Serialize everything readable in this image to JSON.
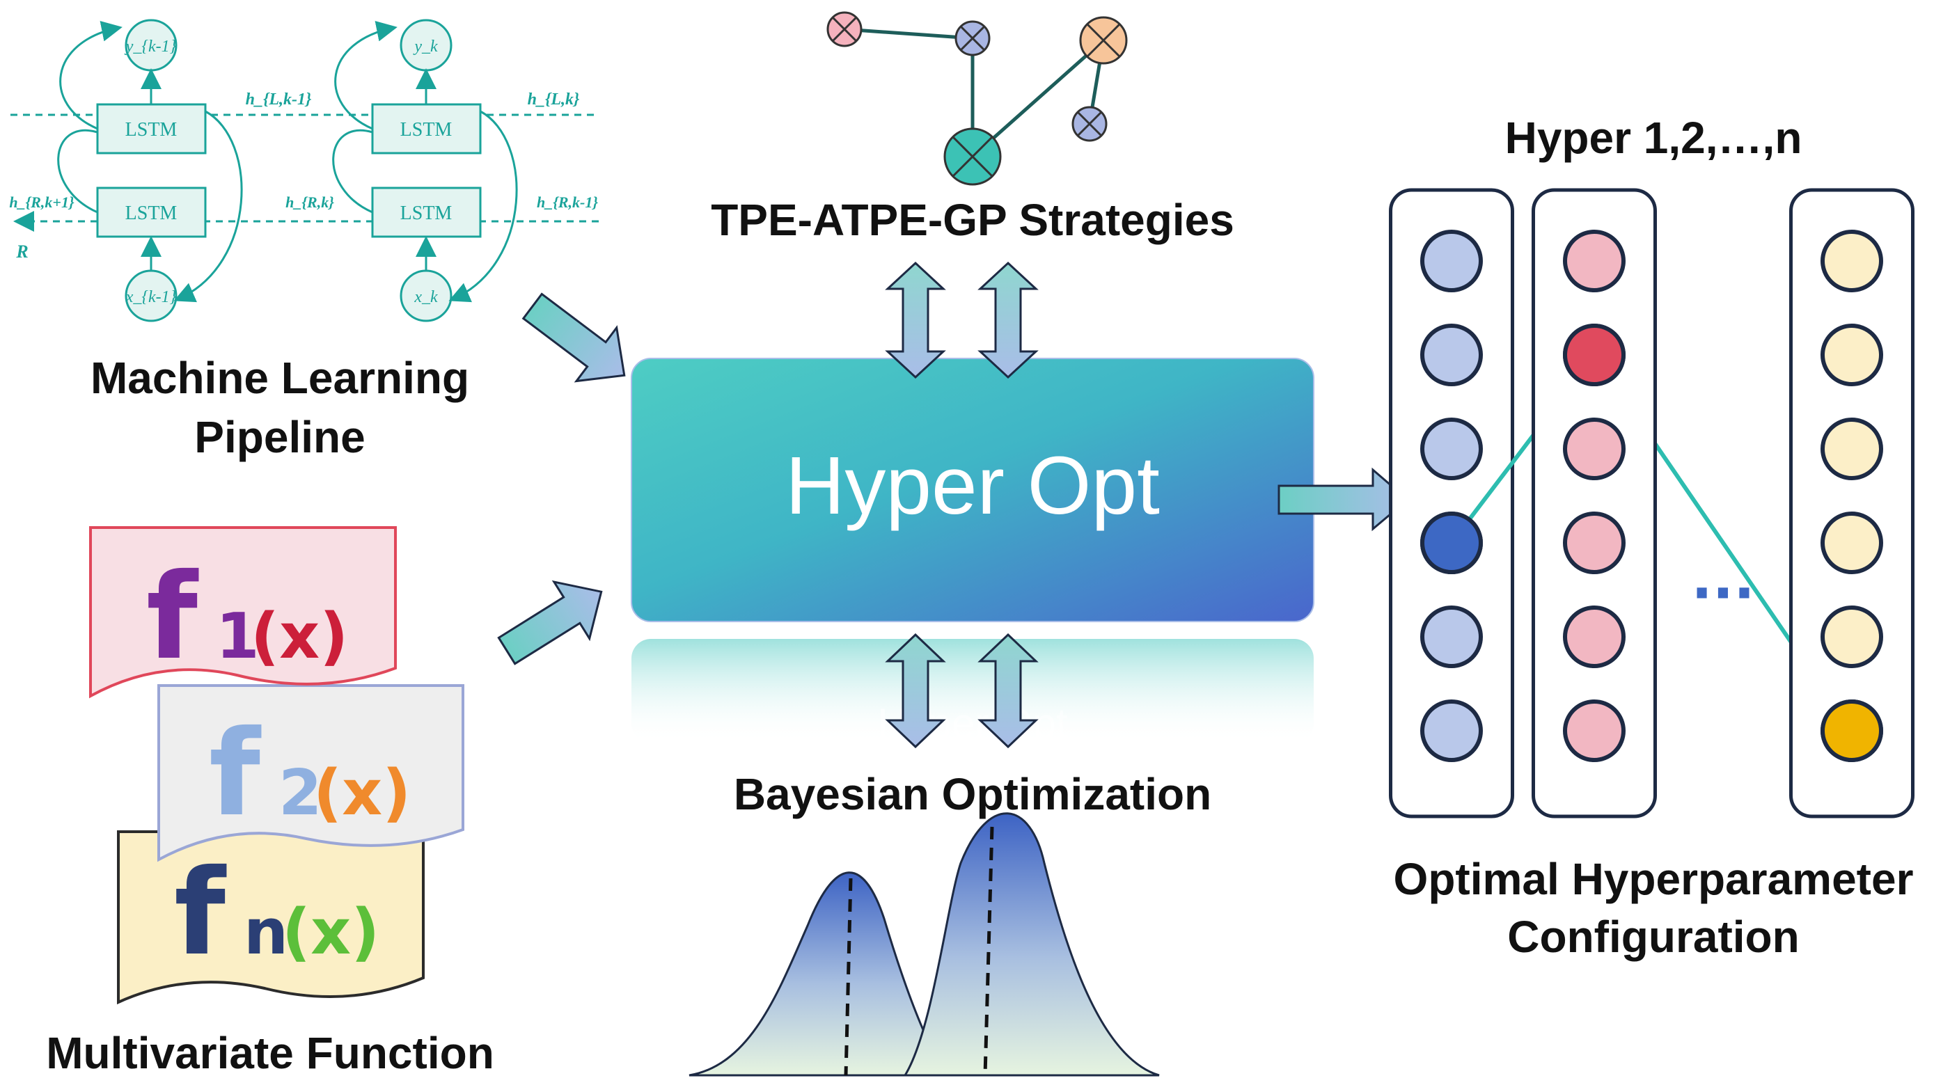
{
  "lstm_diagram": {
    "cell_label": "LSTM",
    "outputs": [
      "y_{k-1}",
      "y_k"
    ],
    "inputs": [
      "x_{k-1}",
      "x_k"
    ],
    "hidden_top": [
      "h_{L,k-1}",
      "h_{L,k}"
    ],
    "hidden_bottom": [
      "h_{R,k+1}",
      "h_{R,k}",
      "h_{R,k-1}"
    ],
    "direction_label": "R"
  },
  "labels": {
    "ml_pipeline_line1": "Machine Learning",
    "ml_pipeline_line2": "Pipeline",
    "multivariate": "Multivariate Function",
    "tpe": "TPE-ATPE-GP Strategies",
    "bayesian": "Bayesian Optimization",
    "hyper_header": "Hyper 1,2,…,n",
    "optimal_line1": "Optimal Hyperparameter",
    "optimal_line2": "Configuration",
    "ellipsis": "···"
  },
  "hyperopt": {
    "title": "Hyper Opt",
    "reflection": "Hyper Opt"
  },
  "functions": [
    {
      "f": "f",
      "sub": "1",
      "arg": "(x)",
      "f_color": "#7b2a9c",
      "sub_color": "#7b2a9c",
      "arg_color": "#cc1f3a",
      "bg": "#f8dfe4",
      "border": "#e0475a"
    },
    {
      "f": "f",
      "sub": "2",
      "arg": "(x)",
      "f_color": "#8fb0e0",
      "sub_color": "#8fb0e0",
      "arg_color": "#f08a2c",
      "bg": "#eeeeee",
      "border": "#9aa6d6"
    },
    {
      "f": "f",
      "sub": "n",
      "arg": "(x)",
      "f_color": "#2b3f75",
      "sub_color": "#2b3f75",
      "arg_color": "#5cbf3a",
      "bg": "#fbefc6",
      "border": "#2b2b2b"
    }
  ],
  "hyper_columns": [
    {
      "fill": "#b9c8ea",
      "highlight_fill": "#3d68c4",
      "highlight_index": 3
    },
    {
      "fill": "#f2b7c2",
      "highlight_fill": "#e04a5e",
      "highlight_index": 1
    },
    {
      "fill": "#fcefc8",
      "highlight_fill": "#f0b400",
      "highlight_index": 5
    }
  ],
  "colors": {
    "teal": "#1aa39a",
    "hyperopt_start": "#4ecdc4",
    "hyperopt_end": "#4a6fcf",
    "connector": "#2dbdb0",
    "dark_outline": "#1d2a44"
  }
}
